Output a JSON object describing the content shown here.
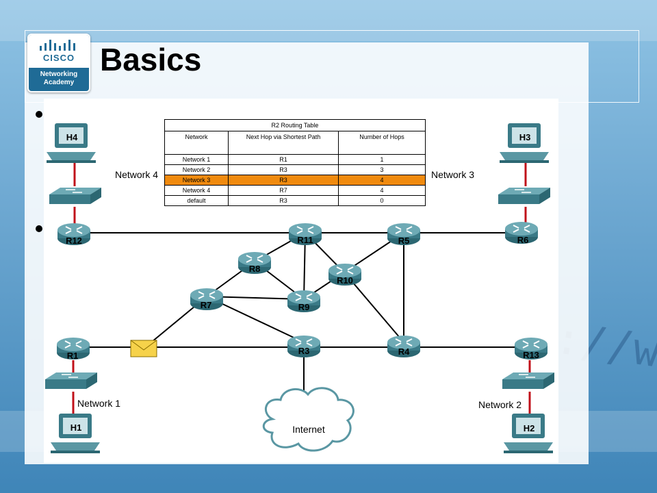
{
  "slide": {
    "title": "Basics"
  },
  "logo": {
    "word": "CISCO",
    "line1": "Networking",
    "line2": "Academy"
  },
  "routing_table": {
    "title": "R2 Routing Table",
    "headers": [
      "Network",
      "Next Hop via Shortest Path",
      "Number of Hops"
    ],
    "rows": [
      {
        "network": "Network 1",
        "next_hop": "R1",
        "hops": "1"
      },
      {
        "network": "Network 2",
        "next_hop": "R3",
        "hops": "3"
      },
      {
        "network": "Network 3",
        "next_hop": "R3",
        "hops": "4"
      },
      {
        "network": "Network 4",
        "next_hop": "R7",
        "hops": "4"
      },
      {
        "network": "default",
        "next_hop": "R3",
        "hops": "0"
      }
    ],
    "highlight_color": "#f08a0e"
  },
  "routers": [
    "R12",
    "R11",
    "R5",
    "R6",
    "R8",
    "R10",
    "R7",
    "R9",
    "R1",
    "R3",
    "R4",
    "R13"
  ],
  "hosts": [
    "H4",
    "H3",
    "H1",
    "H2"
  ],
  "networks": [
    "Network 4",
    "Network 3",
    "Network 1",
    "Network 2"
  ],
  "cloud": {
    "label": "Internet"
  },
  "colors": {
    "host_link": "#c0101a",
    "router_link": "#000000",
    "router_body": "#3a7a87",
    "logo_blue": "#1f6b96"
  },
  "background_text": "://ww"
}
